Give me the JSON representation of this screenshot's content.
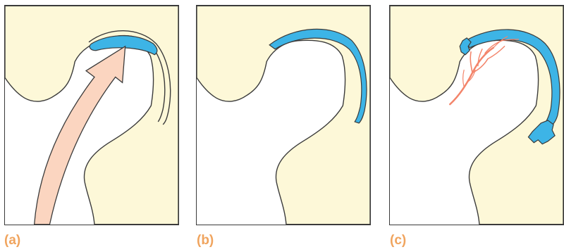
{
  "panels": [
    {
      "id": "a",
      "label": "(a)"
    },
    {
      "id": "b",
      "label": "(b)"
    },
    {
      "id": "c",
      "label": "(c)"
    }
  ],
  "colors": {
    "bone": "#fdf8d8",
    "cartilage": "#3db4e6",
    "pressure_arrow": "#fbd5c0",
    "blood_vessels": "#f3846a",
    "label": "#f0a45e",
    "outline": "#3a3a3a"
  }
}
